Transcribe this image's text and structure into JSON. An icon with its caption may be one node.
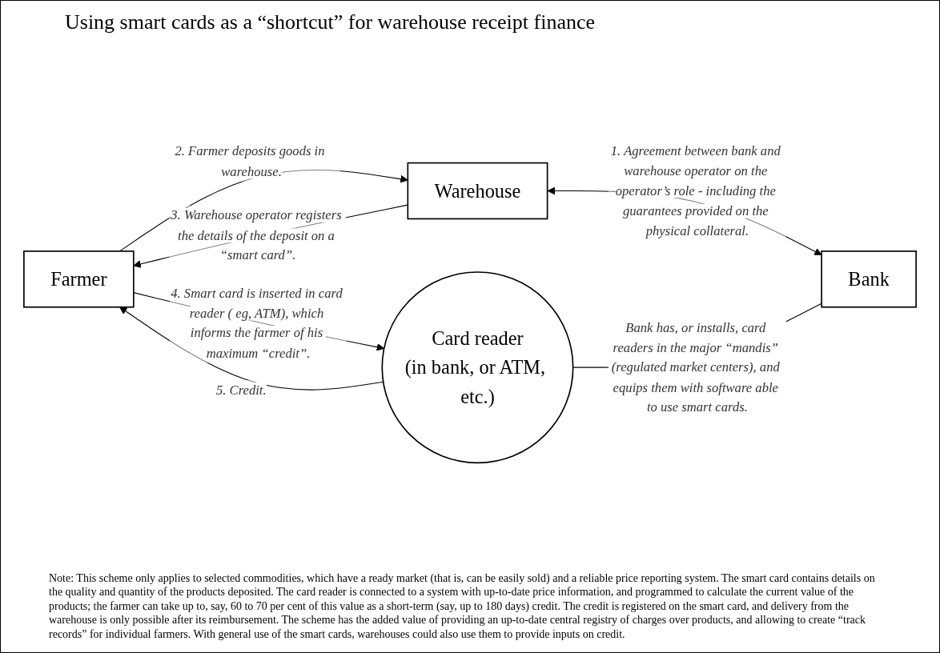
{
  "diagram": {
    "title": "Using smart cards as a “shortcut” for warehouse receipt finance",
    "nodes": [
      {
        "text": [
          "Farmer"
        ]
      },
      {
        "text": [
          "Warehouse"
        ]
      },
      {
        "text": [
          "Card reader",
          "(in bank, or ATM, etc.)"
        ]
      },
      {
        "text": [
          "Bank"
        ]
      }
    ],
    "edges": [
      {
        "from": 0,
        "to": 1,
        "arrow": "to",
        "label": "2. Farmer deposits goods in warehouse."
      },
      {
        "from": 1,
        "to": 0,
        "arrow": "to",
        "label": "3. Warehouse operator registers the details of the deposit on a “smart card”."
      },
      {
        "from": 0,
        "to": 2,
        "arrow": "to",
        "label": "4. Smart card is inserted in card reader ( eg, ATM), which informs the farmer of his maximum “credit”."
      },
      {
        "from": 2,
        "to": 0,
        "arrow": "to",
        "label": "5. Credit."
      },
      {
        "from": 1,
        "to": 3,
        "arrow": "both",
        "label": "1. Agreement between bank and warehouse operator on the operator’s role - including the guarantees provided on the physical collateral."
      },
      {
        "from": 2,
        "to": 3,
        "arrow": "none",
        "label": "Bank has, or installs, card readers in the major “mandis” (regulated market centers), and equips them with software able to use smart cards."
      }
    ],
    "caption": "Note: This scheme only applies to selected commodities, which have a ready market (that is, can be easily sold) and a reliable price reporting system. The smart card contains details on the quality and quantity of the products deposited. The card reader is connected to a system with up-to-date price information, and programmed to calculate the current value of the products; the farmer can take up to, say, 60 to 70 per cent of this value as a short-term (say, up to 180 days) credit. The credit is registered on the smart card, and delivery from the warehouse is only possible after its reimbursement. The scheme has the added value of providing an up-to-date central registry of charges over products, and allowing to create “track records” for individual farmers. With general use of the smart cards, warehouses could also use them to provide inputs on credit."
  }
}
